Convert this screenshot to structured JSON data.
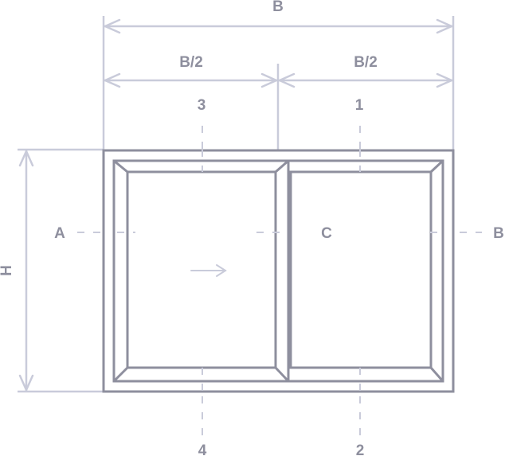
{
  "colors": {
    "frame": "#8e8f9e",
    "dimension": "#c9cbda",
    "label": "#8e8f9e"
  },
  "dimensions": {
    "overall_width": "B",
    "half_width_left": "B/2",
    "half_width_right": "B/2",
    "height": "H"
  },
  "section_markers": {
    "left": "A",
    "center": "C",
    "right": "B",
    "top_left": "3",
    "top_right": "1",
    "bottom_left": "4",
    "bottom_right": "2"
  },
  "icons": {
    "sash_direction": "arrow-right-icon"
  }
}
